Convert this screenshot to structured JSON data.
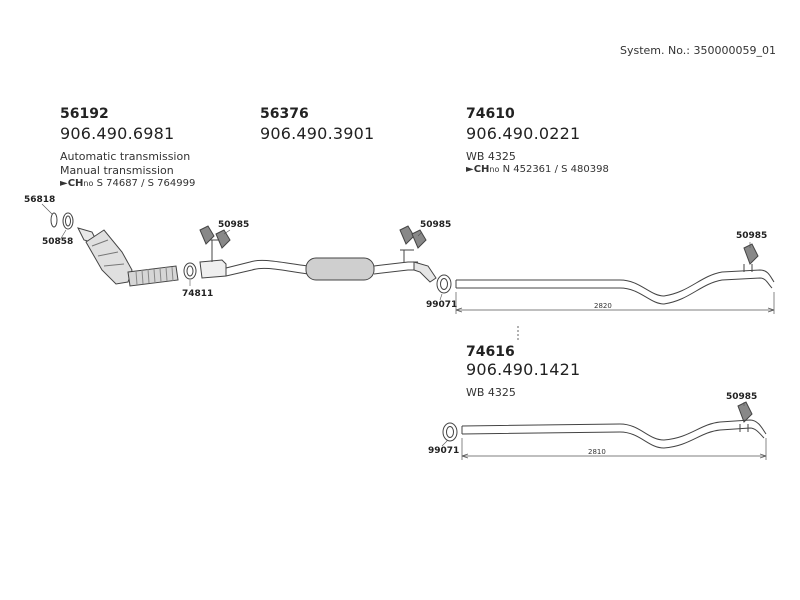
{
  "system_no": "System. No.: 350000059_01",
  "groups": {
    "g1": {
      "part": "56192",
      "ref": "906.490.6981",
      "line1": "Automatic transmission",
      "line2": "Manual transmission",
      "ch_prefix": "CH",
      "ch_no": "no",
      "ch_text": "S 74687 / S 764999"
    },
    "g2": {
      "part": "56376",
      "ref": "906.490.3901"
    },
    "g3": {
      "part": "74610",
      "ref": "906.490.0221",
      "wb": "WB 4325",
      "ch_prefix": "CH",
      "ch_no": "no",
      "ch_text": "N 452361 / S 480398"
    },
    "g4": {
      "part": "74616",
      "ref": "906.490.1421",
      "wb": "WB 4325"
    }
  },
  "callouts": {
    "c56818": "56818",
    "c50858": "50858",
    "c74811": "74811",
    "c50985a": "50985",
    "c50985b": "50985",
    "c50985c": "50985",
    "c99071a": "99071",
    "c50985d": "50985",
    "c99071b": "99071"
  },
  "dims": {
    "d1": "2820",
    "d2": "2810"
  }
}
